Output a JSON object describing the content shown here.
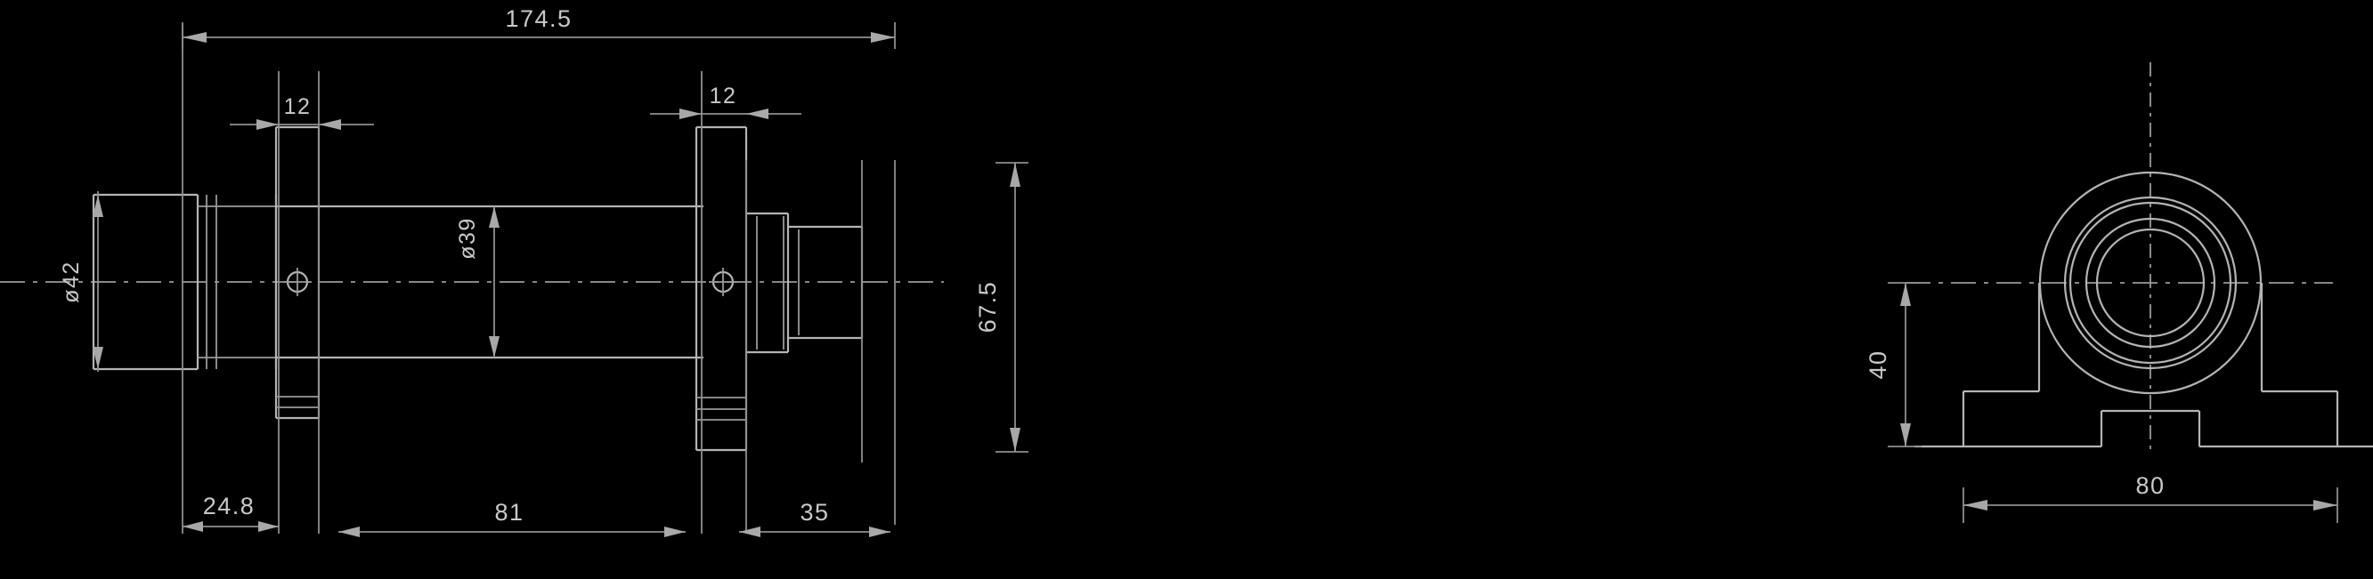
{
  "drawing": {
    "type": "engineering-dimensioned-drawing",
    "background_color": "#000000",
    "line_color": "#b0b0b0",
    "text_color": "#c9c9c9",
    "views": [
      {
        "name": "side-section-view",
        "position": "left"
      },
      {
        "name": "end-view",
        "position": "right"
      }
    ]
  },
  "side_view": {
    "dimensions": {
      "overall_length": "174.5",
      "flange_thickness_left": "12",
      "flange_thickness_right": "12",
      "bore_diameter_left": "42",
      "shaft_diameter_center": "39",
      "height_right": "67.5",
      "left_offset": "24.8",
      "center_span": "81",
      "right_span": "35"
    },
    "symbols": {
      "diameter_left": "ø",
      "diameter_center": "ø",
      "centerline_mark_left": "⊕",
      "centerline_mark_right": "⊕"
    }
  },
  "end_view": {
    "dimensions": {
      "base_height": "40",
      "base_width": "80"
    }
  }
}
